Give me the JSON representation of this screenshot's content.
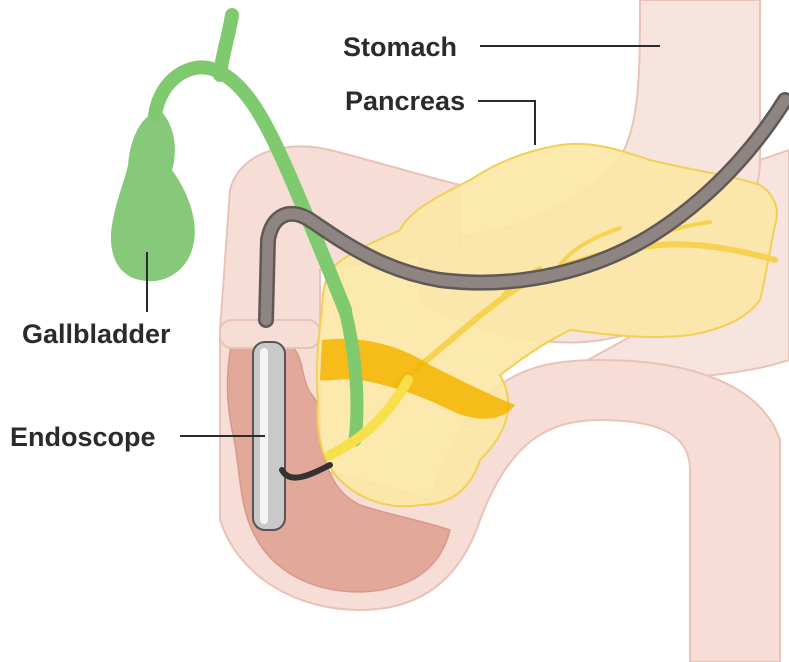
{
  "labels": {
    "stomach": "Stomach",
    "pancreas": "Pancreas",
    "gallbladder": "Gallbladder",
    "endoscope": "Endoscope"
  },
  "colors": {
    "stomach_fill": "#f7e4df",
    "stomach_outline": "#e9c3b8",
    "duodenum_fill": "#f6ddd6",
    "duodenum_inner": "#e2a89a",
    "pancreas_fill": "#fbe7a6",
    "pancreas_outline": "#f2cf55",
    "pancreatic_duct": "#f6d250",
    "gallbladder": "#86c97a",
    "bile_duct": "#7fca6e",
    "endoscope_tube": "#8e8582",
    "endoscope_tip": "#c9c9c9",
    "papilla_band": "#f4b400",
    "label_text": "#2b2b2b"
  }
}
